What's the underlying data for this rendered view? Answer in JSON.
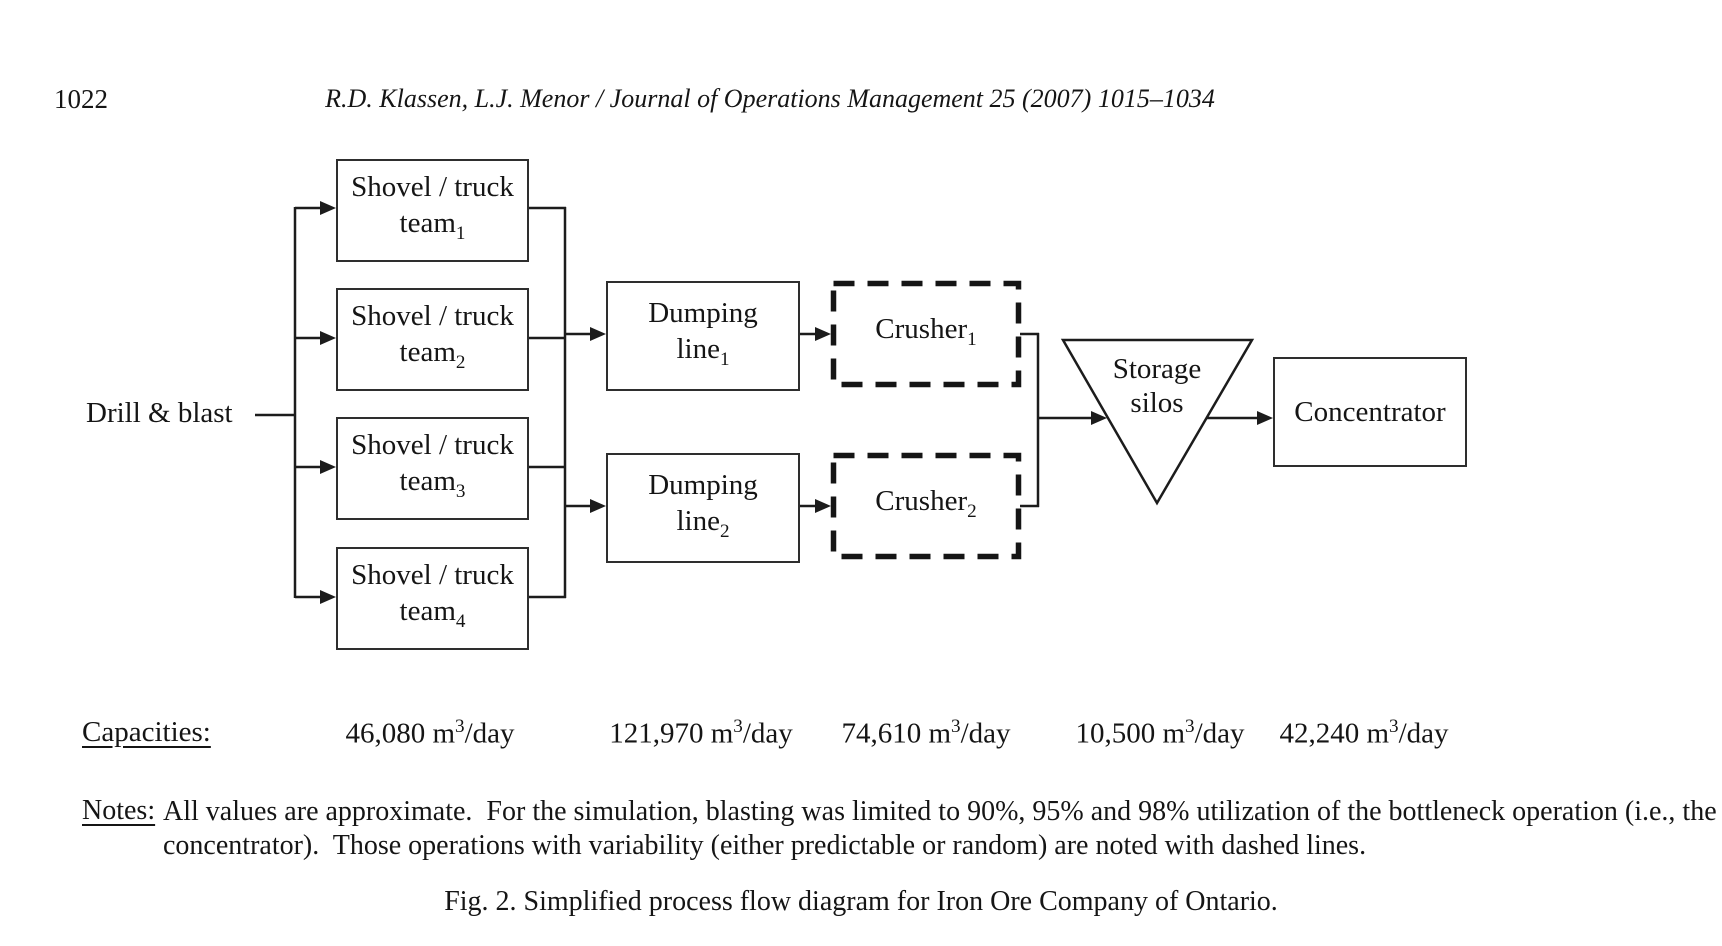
{
  "page": {
    "number": "1022",
    "header": "R.D. Klassen, L.J. Menor / Journal of Operations Management 25 (2007) 1015–1034"
  },
  "diagram": {
    "drill_label": "Drill & blast",
    "teams": [
      {
        "line1": "Shovel / truck",
        "line2": "team",
        "sub": "1"
      },
      {
        "line1": "Shovel / truck",
        "line2": "team",
        "sub": "2"
      },
      {
        "line1": "Shovel / truck",
        "line2": "team",
        "sub": "3"
      },
      {
        "line1": "Shovel / truck",
        "line2": "team",
        "sub": "4"
      }
    ],
    "dumping_lines": [
      {
        "line1": "Dumping",
        "line2": "line",
        "sub": "1"
      },
      {
        "line1": "Dumping",
        "line2": "line",
        "sub": "2"
      }
    ],
    "crushers": [
      {
        "base": "Crusher",
        "sub": "1"
      },
      {
        "base": "Crusher",
        "sub": "2"
      }
    ],
    "storage": {
      "line1": "Storage",
      "line2": "silos"
    },
    "concentrator_label": "Concentrator"
  },
  "capacities": {
    "label": "Capacities:",
    "values": [
      "46,080",
      "121,970",
      "74,610",
      "10,500",
      "42,240"
    ],
    "unit": {
      "base": "m",
      "sup": "3",
      "rest": "/day"
    }
  },
  "notes": {
    "label": "Notes:",
    "line1": "All values are approximate.  For the simulation, blasting was limited to 90%, 95% and 98% utilization of the bottleneck operation (i.e., the",
    "line2": "concentrator).  Those operations with variability (either predictable or random) are noted with dashed lines."
  },
  "caption": "Fig. 2.  Simplified process flow diagram for Iron Ore Company of Ontario."
}
